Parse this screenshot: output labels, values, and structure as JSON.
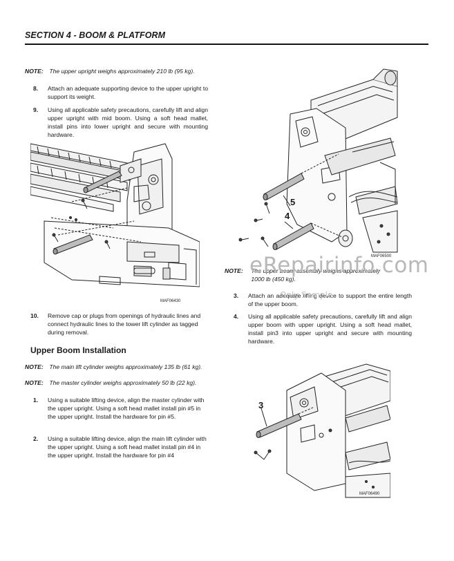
{
  "header": {
    "title": "SECTION 4 - BOOM & PLATFORM"
  },
  "left": {
    "note1": {
      "label": "NOTE:",
      "text": "The upper upright weighs approximately 210 lb (95 kg)."
    },
    "step8": {
      "num": "8.",
      "text": "Attach an adequate supporting device to the upper upright to support its weight."
    },
    "step9": {
      "num": "9.",
      "text": "Using all applicable safety precautions, carefully lift and align upper upright with mid boom. Using a soft head mallet, install pins into lower upright and secure with mounting hardware."
    },
    "figure1": {
      "caption": "MAF06430"
    },
    "step10": {
      "num": "10.",
      "text": "Remove cap or plugs from openings of hydraulic lines and connect hydraulic lines to the tower lift cylinder as tagged during removal."
    },
    "heading": "Upper Boom Installation",
    "note2": {
      "label": "NOTE:",
      "text": "The main lift cylinder weighs approximately 135 lb (61 kg)."
    },
    "note3": {
      "label": "NOTE:",
      "text": "The master cylinder weighs approximately 50 lb (22 kg)."
    },
    "step1": {
      "num": "1.",
      "text": "Using a suitable lifting device, align the master cylinder with the upper upright. Using a soft head mallet install pin #5 in the upper upright. Install the hardware for pin #5."
    },
    "step2": {
      "num": "2.",
      "text": "Using a suitable lifting device, align the main lift cylinder with the upper upright. Using a soft head mallet install pin #4 in the upper upright. Install the hardware for pin #4"
    }
  },
  "right": {
    "figure2": {
      "caption": "MAF06500",
      "callout_a": "5",
      "callout_b": "4"
    },
    "note4": {
      "label": "NOTE:",
      "text": "The upper boom assembly weighs approximately 1000 lb (450 kg)."
    },
    "step3": {
      "num": "3.",
      "text": "Attach an adequate lifting device to support the entire length of the upper boom."
    },
    "step4": {
      "num": "4.",
      "text": "Using all applicable safety precautions, carefully lift and align upper boom with upper upright. Using a soft head mallet, install pin3 into upper upright and secure with mounting hardware."
    },
    "figure3": {
      "caption": "MAF06490",
      "callout": "3"
    }
  },
  "watermark": {
    "main": "eRepairinfo.com",
    "sub": "Only Sample"
  }
}
